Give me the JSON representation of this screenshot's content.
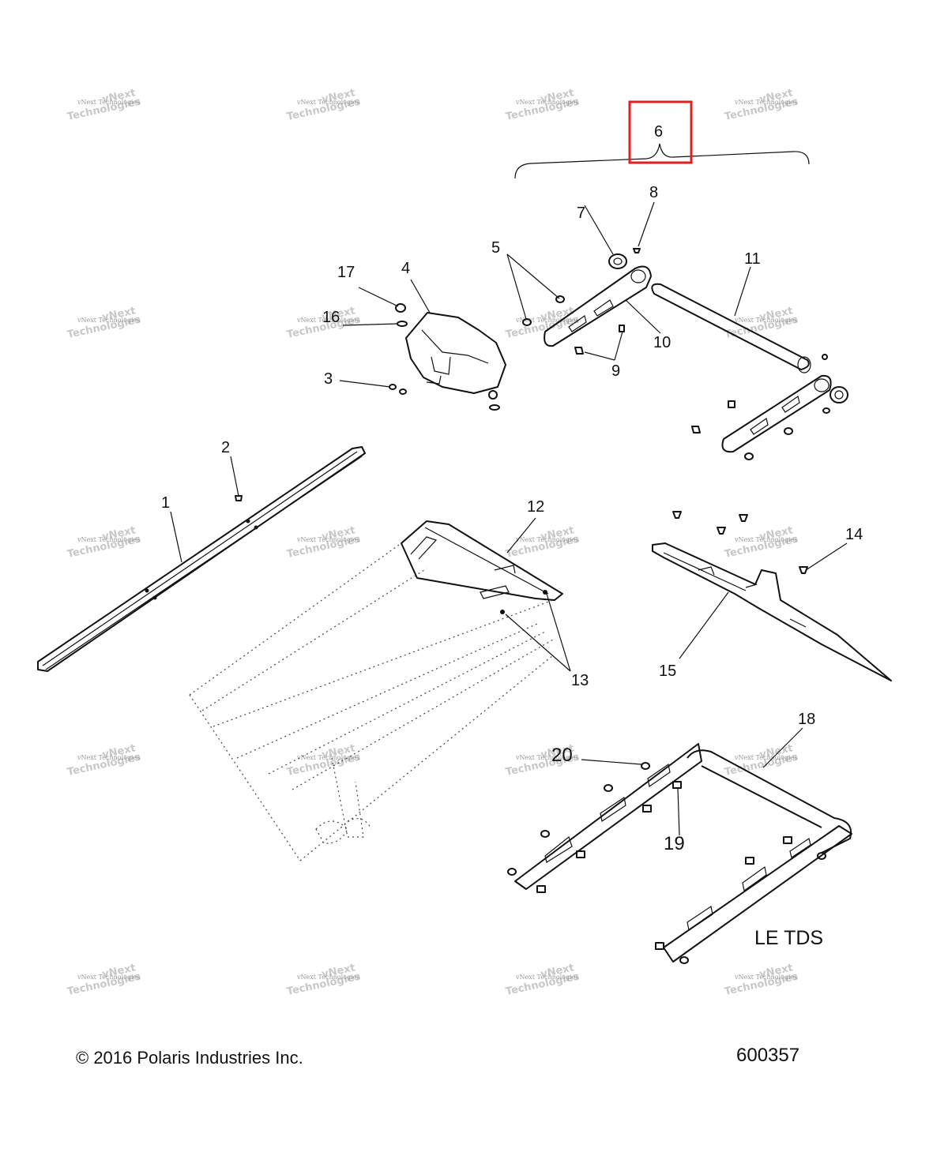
{
  "callouts": {
    "c1": "1",
    "c2": "2",
    "c3": "3",
    "c4": "4",
    "c5": "5",
    "c6": "6",
    "c7": "7",
    "c8": "8",
    "c9": "9",
    "c10": "10",
    "c11": "11",
    "c12": "12",
    "c13": "13",
    "c14": "14",
    "c15": "15",
    "c16": "16",
    "c17": "17",
    "c18": "18",
    "c19": "19",
    "c20": "20"
  },
  "variant_label": "LE TDS",
  "copyright": "© 2016 Polaris Industries Inc.",
  "drawing_number": "600357",
  "watermark": {
    "line1": "vNext Technologies",
    "line2": "vNext",
    "line3": "Technologies"
  },
  "highlight_color": "#e0201e"
}
